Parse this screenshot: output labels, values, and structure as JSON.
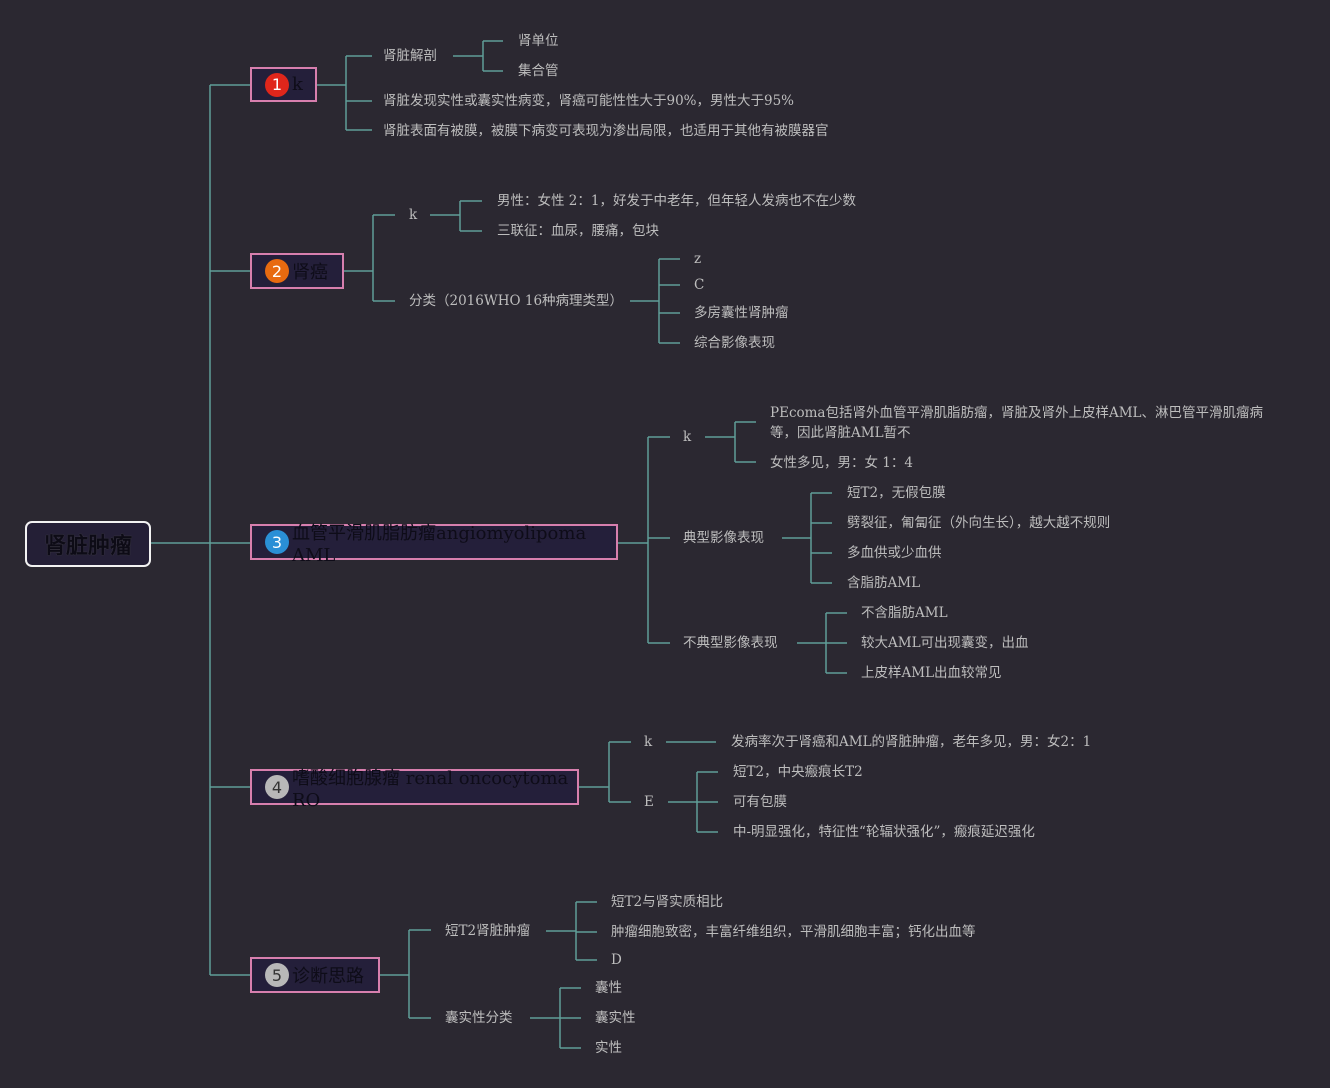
{
  "root": {
    "label": "肾脏肿瘤"
  },
  "colors": {
    "background": "#2b2831",
    "node_border": "#d77fae",
    "connector": "#5f9e98",
    "badge_1": "#e0261b",
    "badge_2": "#e86a10",
    "badge_3": "#2a8fd6",
    "badge_4": "#b8b8b8",
    "badge_5": "#b8b8b8"
  },
  "branches": [
    {
      "num": "1",
      "label": "k",
      "children": [
        {
          "label": "肾脏解剖",
          "children": [
            "肾单位",
            "集合管"
          ]
        },
        {
          "label": "肾脏发现实性或囊实性病变，肾癌可能性性大于90%，男性大于95%"
        },
        {
          "label": "肾脏表面有被膜，被膜下病变可表现为渗出局限，也适用于其他有被膜器官"
        }
      ]
    },
    {
      "num": "2",
      "label": "肾癌",
      "children": [
        {
          "label": "k",
          "children": [
            "男性：女性 2：1，好发于中老年，但年轻人发病也不在少数",
            "三联征：血尿，腰痛，包块"
          ]
        },
        {
          "label": "分类（2016WHO 16种病理类型）",
          "children": [
            "z",
            "C",
            "多房囊性肾肿瘤",
            "综合影像表现"
          ]
        }
      ]
    },
    {
      "num": "3",
      "label": "血管平滑肌脂肪瘤angiomyolipoma AML",
      "children": [
        {
          "label": "k",
          "children": [
            "PEcoma包括肾外血管平滑肌脂肪瘤，肾脏及肾外上皮样AML、淋巴管平滑肌瘤病等，因此肾脏AML暂不",
            "女性多见，男：女 1：4"
          ]
        },
        {
          "label": "典型影像表现",
          "children": [
            "短T2，无假包膜",
            "劈裂征，匍匐征（外向生长），越大越不规则",
            "多血供或少血供",
            "含脂肪AML"
          ]
        },
        {
          "label": "不典型影像表现",
          "children": [
            "不含脂肪AML",
            "较大AML可出现囊变，出血",
            "上皮样AML出血较常见"
          ]
        }
      ]
    },
    {
      "num": "4",
      "label": "嗜酸细胞腺瘤 renal oncocytoma RO",
      "children": [
        {
          "label": "k",
          "children": [
            "发病率次于肾癌和AML的肾脏肿瘤，老年多见，男：女2：1"
          ]
        },
        {
          "label": "E",
          "children": [
            "短T2，中央瘢痕长T2",
            "可有包膜",
            "中-明显强化，特征性“轮辐状强化”，瘢痕延迟强化"
          ]
        }
      ]
    },
    {
      "num": "5",
      "label": "诊断思路",
      "children": [
        {
          "label": "短T2肾脏肿瘤",
          "children": [
            "短T2与肾实质相比",
            "肿瘤细胞致密，丰富纤维组织，平滑肌细胞丰富；钙化出血等",
            "D"
          ]
        },
        {
          "label": "囊实性分类",
          "children": [
            "囊性",
            "囊实性",
            "实性"
          ]
        }
      ]
    }
  ]
}
